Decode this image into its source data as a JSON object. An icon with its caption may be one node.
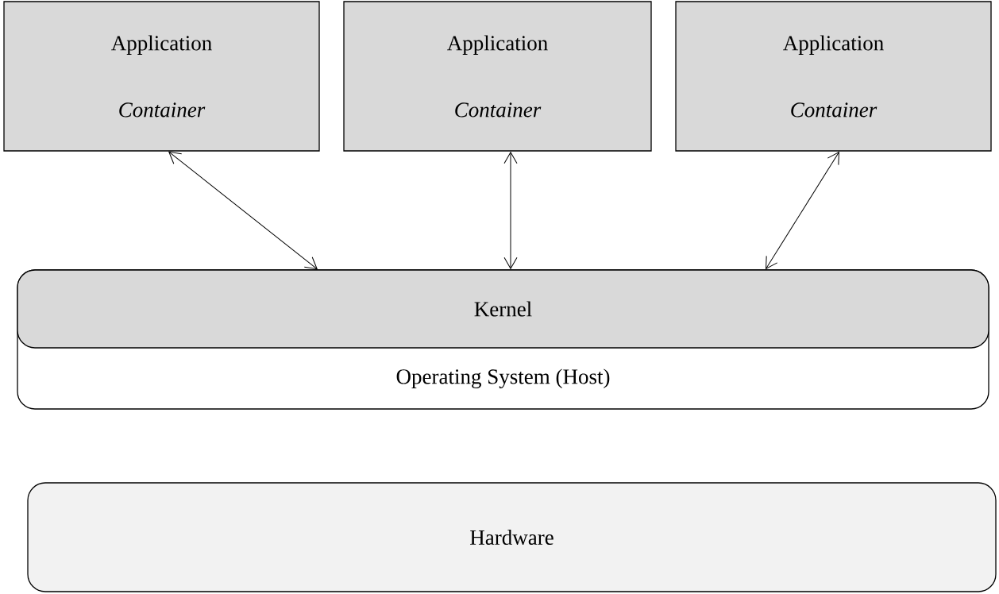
{
  "diagram": {
    "nodes": [
      {
        "text": [
          "Application",
          "Container"
        ]
      },
      {
        "text": [
          "Application",
          "Container"
        ]
      },
      {
        "text": [
          "Application",
          "Container"
        ]
      },
      {
        "text": [
          "Operating System (Host)"
        ]
      },
      {
        "text": [
          "Kernel"
        ],
        "in": 3
      },
      {
        "text": [
          "Hardware"
        ]
      }
    ],
    "edges": [
      {
        "from": 0,
        "to": 4,
        "arrow": "both"
      },
      {
        "from": 1,
        "to": 4,
        "arrow": "both"
      },
      {
        "from": 2,
        "to": 4,
        "arrow": "both"
      }
    ]
  }
}
